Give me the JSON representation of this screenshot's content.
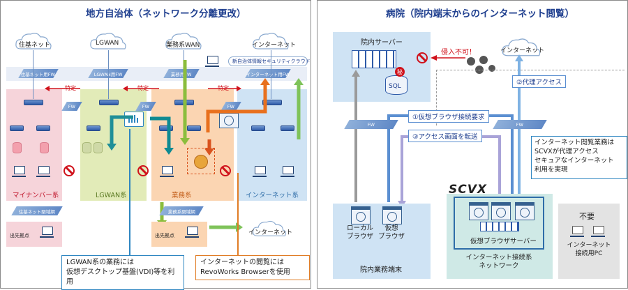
{
  "left": {
    "title": "地方自治体（ネットワーク分離更改）",
    "clouds": {
      "jyuki": "住基ネット",
      "lgwan": "LGWAN",
      "gyomu": "業務系WAN",
      "internet": "インターネット",
      "internet_bottom": "インターネット"
    },
    "security_cloud": "新自治体情報セキュリティクラウド",
    "fw_labels": {
      "jyuki": "住基ネット用FW",
      "lgwan": "LGWAN用FW",
      "gyomu": "業務用FW",
      "internet": "インターネット用FW"
    },
    "fw": "FW",
    "tokutei": "特定",
    "zones": {
      "mynumber": "マイナンバー系",
      "lgwan": "LGWAN系",
      "gyomu": "業務系",
      "internet": "インターネット系"
    },
    "closed_nets": {
      "jyuki": "住基ネット閉域網",
      "gyomu": "業務系閉域網"
    },
    "branch": "出先拠点",
    "note_vdi": [
      "LGWAN系の業務には",
      "仮想デスクトップ基盤(VDI)等を利用"
    ],
    "note_revo": [
      "インターネットの閲覧には",
      "RevoWorks Browserを使用"
    ]
  },
  "right": {
    "title": "病院（院内端末からのインターネット閲覧）",
    "server": "院内サーバー",
    "sql": "SQL",
    "secret": "秘",
    "intrusion": "侵入不可！",
    "internet": "インターネット",
    "proxy": "②代理アクセス",
    "req": "①仮想ブラウザ接続要求",
    "transfer": "③アクセス画面を転送",
    "fw": "FW",
    "scvx_note": [
      "インターネット閲覧業務は",
      "SCVXが代理アクセス",
      "セキュアなインターネット",
      "利用を実現"
    ],
    "logo": "SCVX",
    "local_browser": [
      "ローカル",
      "ブラウザ"
    ],
    "virtual_browser": [
      "仮想",
      "ブラウザ"
    ],
    "terminal": "院内業務端末",
    "vserver": "仮想ブラウザサーバー",
    "network": [
      "インターネット接続系",
      "ネットワーク"
    ],
    "fuyou": "不要",
    "pc_label": [
      "インターネット",
      "接続用PC"
    ]
  },
  "colors": {
    "title": "#1f3f8f",
    "mynumber": "#f6d4da",
    "lgwan": "#e2ebb8",
    "gyomu": "#fbd5b2",
    "internet": "#cfe3f4",
    "scvx": "#cfe9e6",
    "no": "#d0121b"
  }
}
